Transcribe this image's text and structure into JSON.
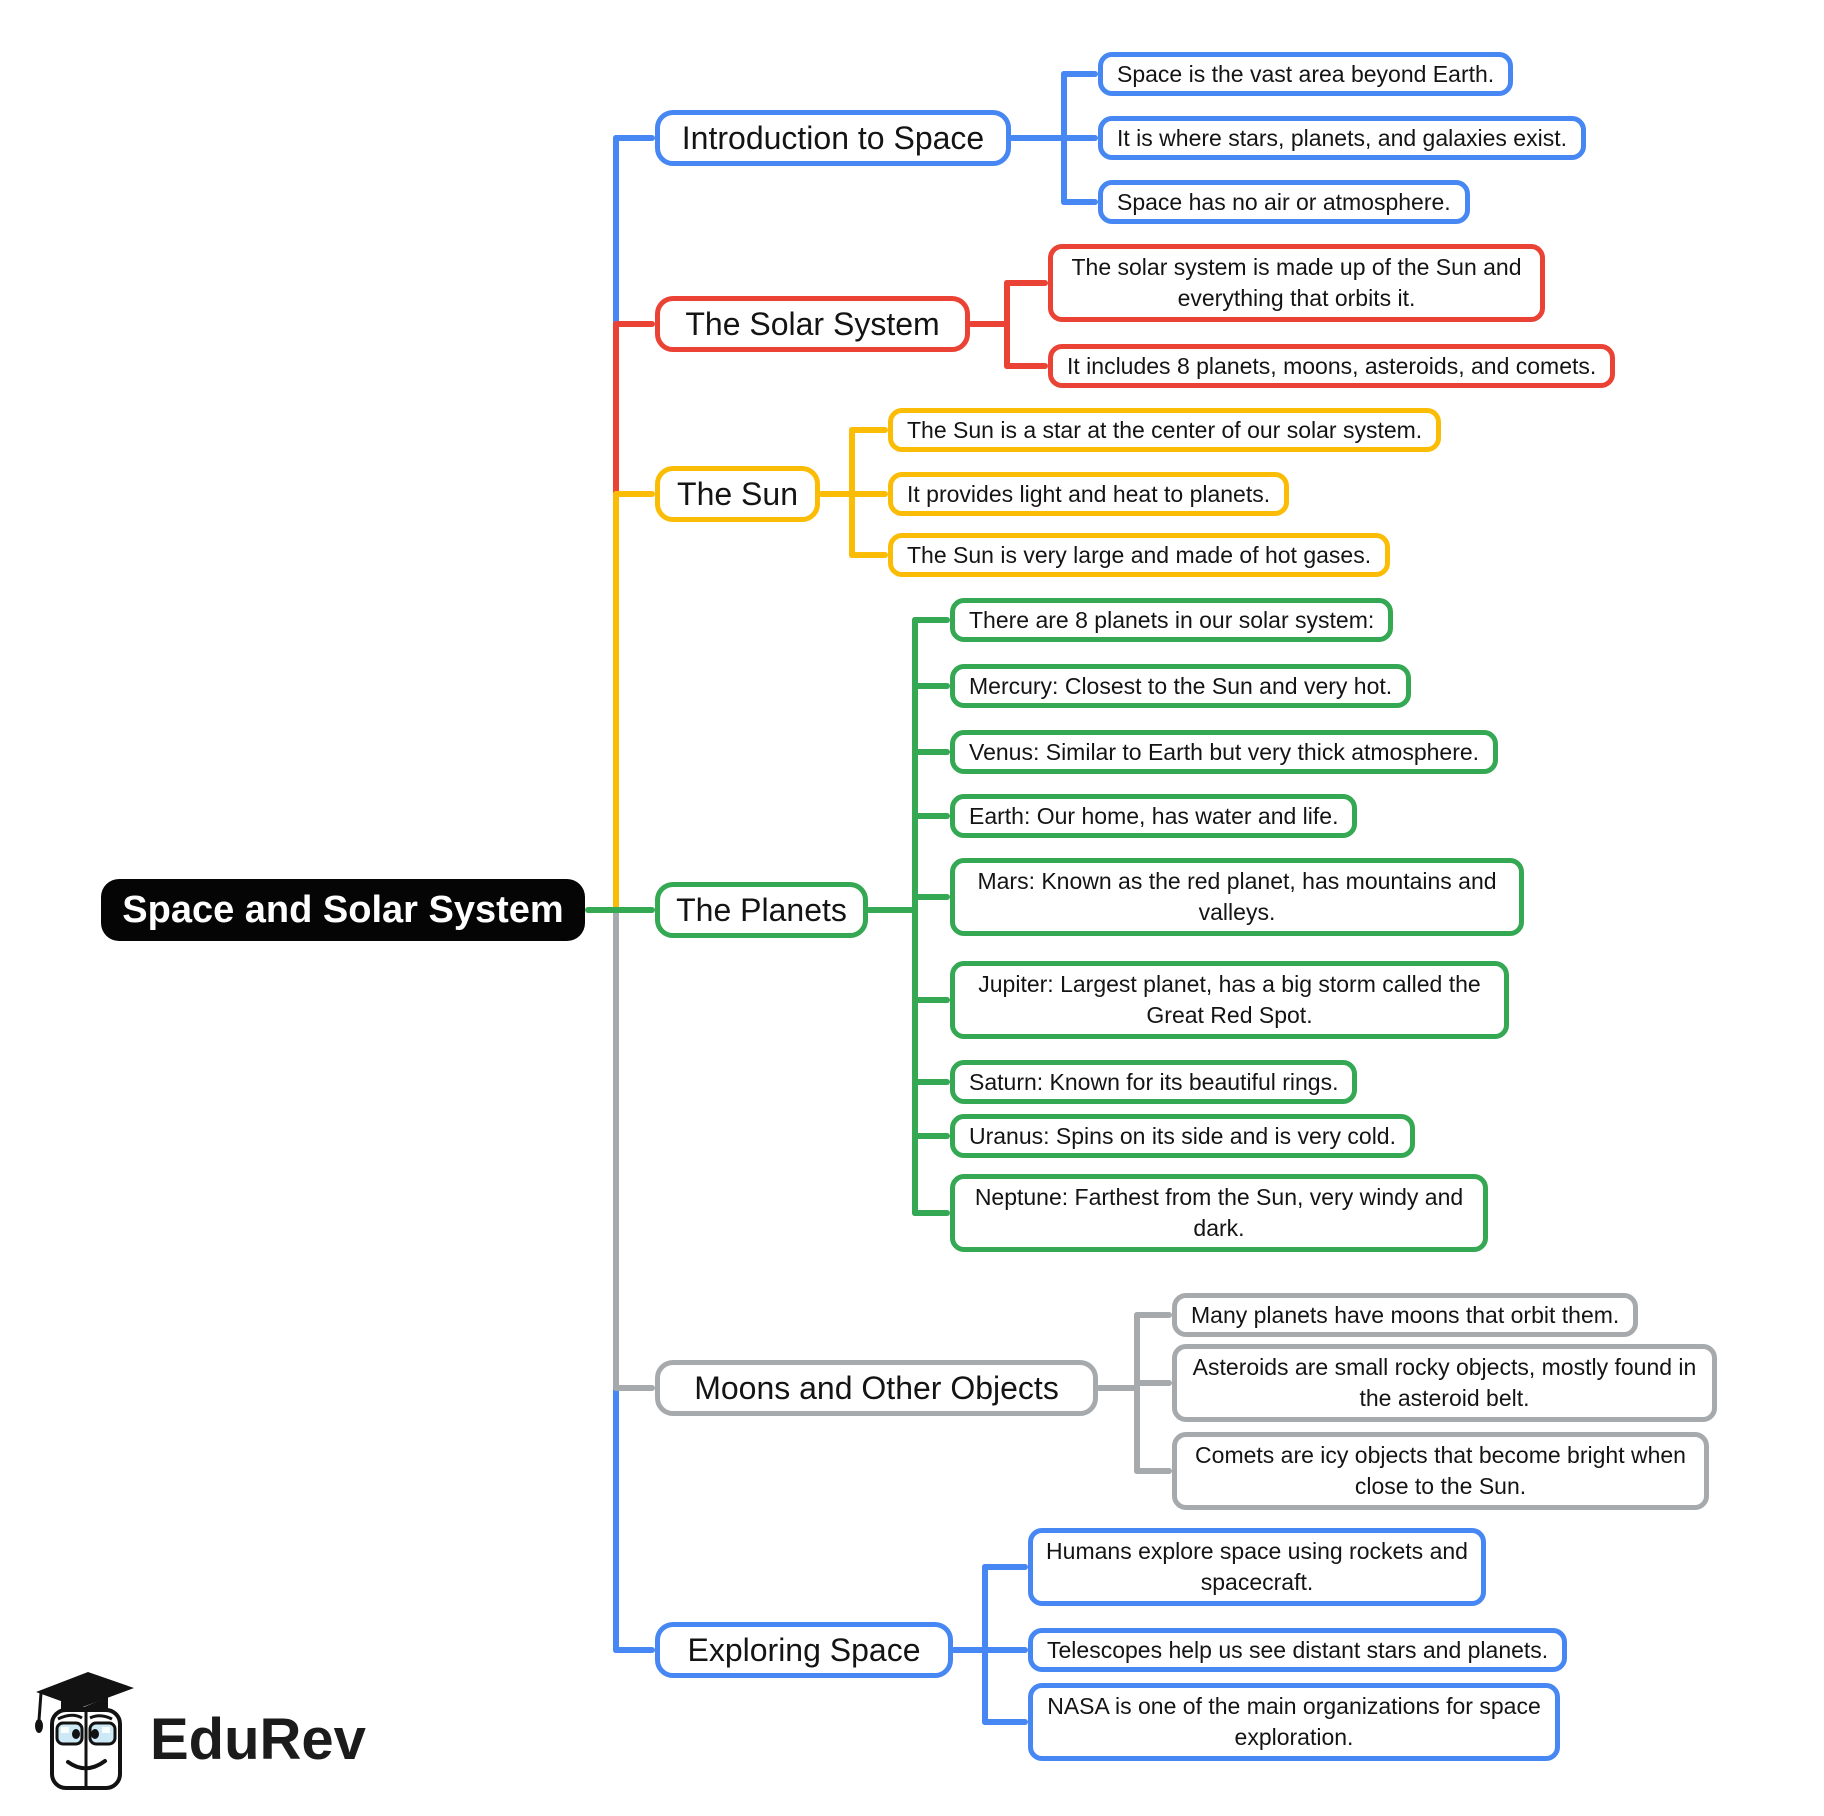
{
  "root": {
    "label": "Space and Solar System"
  },
  "branches": [
    {
      "label": "Introduction to Space",
      "color": "#4687F4",
      "children": [
        "Space is the vast area beyond Earth.",
        "It is where stars, planets, and galaxies exist.",
        "Space has no air or atmosphere."
      ]
    },
    {
      "label": "The Solar System",
      "color": "#EA4335",
      "children": [
        "The solar system is made up of the Sun and everything that orbits it.",
        "It includes 8 planets, moons, asteroids, and comets."
      ]
    },
    {
      "label": "The Sun",
      "color": "#FBBC05",
      "children": [
        "The Sun is a star at the center of our solar system.",
        "It provides light and heat to planets.",
        "The Sun is very large and made of hot gases."
      ]
    },
    {
      "label": "The Planets",
      "color": "#34A853",
      "children": [
        "There are 8 planets in our solar system:",
        "Mercury: Closest to the Sun and very hot.",
        "Venus: Similar to Earth but very thick atmosphere.",
        "Earth: Our home, has water and life.",
        "Mars: Known as the red planet, has mountains and valleys.",
        "Jupiter: Largest planet, has a big storm called the Great Red Spot.",
        "Saturn: Known for its beautiful rings.",
        "Uranus: Spins on its side and is very cold.",
        "Neptune: Farthest from the Sun, very windy and dark."
      ]
    },
    {
      "label": "Moons and Other Objects",
      "color": "#A7AAAD",
      "children": [
        "Many planets have moons that orbit them.",
        "Asteroids are small rocky objects, mostly found in the asteroid belt.",
        "Comets are icy objects that become bright when close to the Sun."
      ]
    },
    {
      "label": "Exploring Space",
      "color": "#4687F4",
      "children": [
        "Humans explore space using rockets and spacecraft.",
        "Telescopes help us see distant stars and planets.",
        "NASA is one of the main organizations for space exploration."
      ]
    }
  ],
  "logo": {
    "text": "EduRev"
  }
}
